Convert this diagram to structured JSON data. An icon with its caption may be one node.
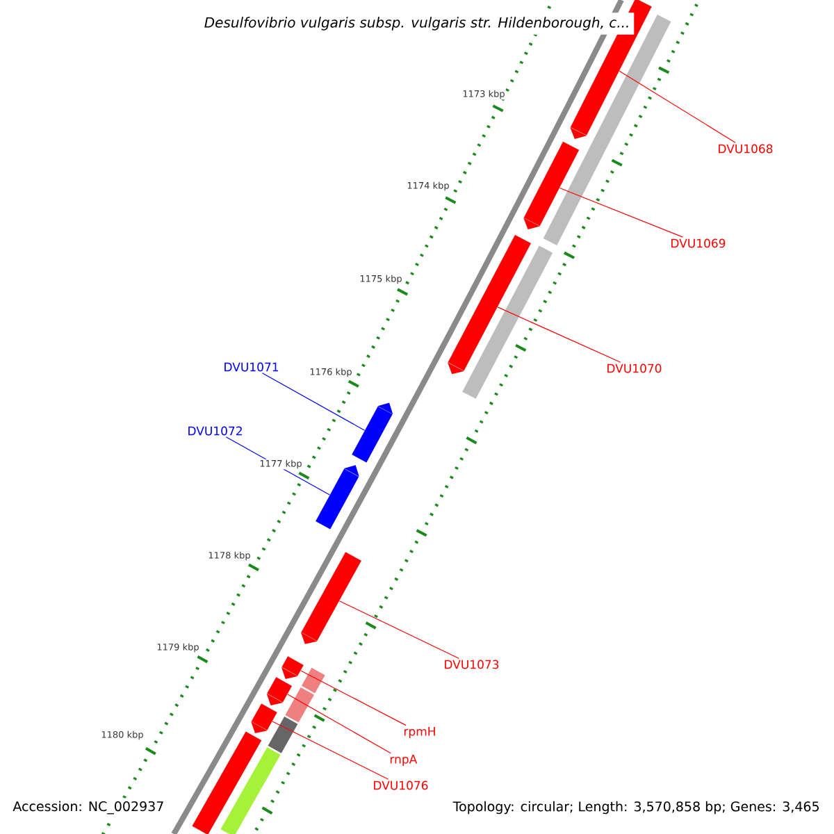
{
  "diagram": {
    "title": "Desulfovibrio vulgaris subsp. vulgaris str. Hildenborough, c...",
    "nodes": [
      {
        "text": [
          "DVU1068"
        ]
      },
      {
        "text": [
          "DVU1069"
        ]
      },
      {
        "text": [
          "DVU1070"
        ]
      },
      {
        "text": [
          "DVU1071"
        ]
      },
      {
        "text": [
          "DVU1072"
        ]
      },
      {
        "text": [
          "DVU1073"
        ]
      },
      {
        "text": [
          "rpmH"
        ]
      },
      {
        "text": [
          "rnpA"
        ]
      },
      {
        "text": [
          "DVU1076"
        ]
      },
      {
        "text": [],
        "shape": "arrow"
      },
      {
        "text": [],
        "shape": "arrow"
      },
      {
        "text": [],
        "shape": "arrow"
      },
      {
        "text": [],
        "shape": "arrow"
      },
      {
        "text": [],
        "shape": "arrow"
      },
      {
        "text": [],
        "shape": "arrow"
      },
      {
        "text": [],
        "shape": "arrow"
      },
      {
        "text": [],
        "shape": "arrow"
      },
      {
        "text": [],
        "shape": "arrow"
      },
      {
        "text": [],
        "shape": "bar"
      },
      {
        "text": [],
        "shape": "bar"
      },
      {
        "text": [],
        "shape": "bar"
      },
      {
        "text": [],
        "shape": "bar"
      },
      {
        "text": [],
        "shape": "bar"
      },
      {
        "text": [],
        "shape": "bar"
      },
      {
        "text": [],
        "shape": "bar"
      }
    ],
    "edges": [
      {
        "from": 0,
        "to": 9,
        "arrow": "none"
      },
      {
        "from": 1,
        "to": 10,
        "arrow": "none"
      },
      {
        "from": 2,
        "to": 11,
        "arrow": "none"
      },
      {
        "from": 3,
        "to": 12,
        "arrow": "none",
        "color": "#0000ff"
      },
      {
        "from": 4,
        "to": 13,
        "arrow": "none",
        "color": "#0000ff"
      },
      {
        "from": 5,
        "to": 14,
        "arrow": "none"
      },
      {
        "from": 6,
        "to": 15,
        "arrow": "none"
      },
      {
        "from": 7,
        "to": 16,
        "arrow": "none"
      },
      {
        "from": 8,
        "to": 17,
        "arrow": "none"
      }
    ],
    "labels": [
      "1173 kbp",
      "1174 kbp",
      "1175 kbp",
      "1176 kbp",
      "1177 kbp",
      "1178 kbp",
      "1179 kbp",
      "1180 kbp",
      "Accession: NC_002937",
      "Topology: circular; Length: 3,570,858 bp; Genes: 3,465"
    ]
  }
}
